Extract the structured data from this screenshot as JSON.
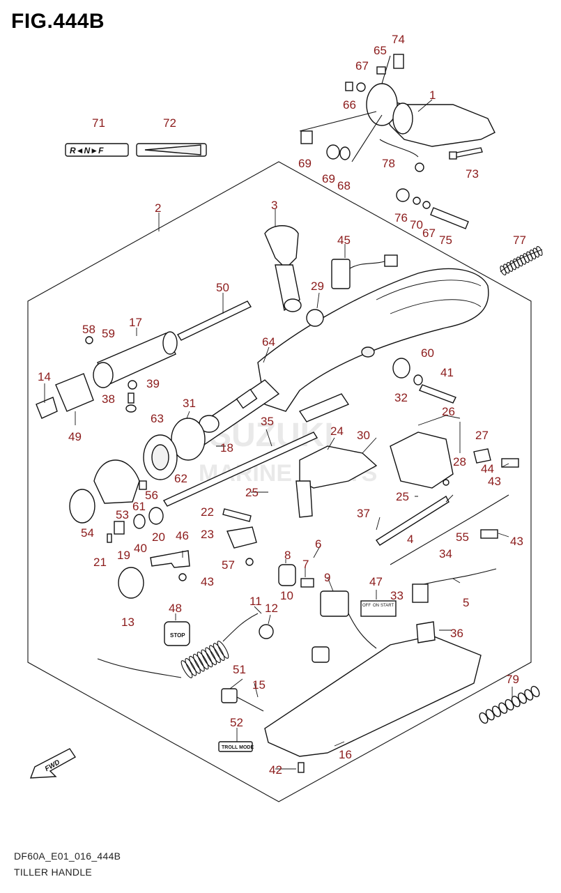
{
  "figure": {
    "title": "FIG.444B",
    "code": "DF60A_E01_016_444B",
    "name": "TILLER HANDLE"
  },
  "decals": {
    "shift_indicator": "R◄N►F",
    "stop_button": "STOP",
    "troll_mode": "TROLL MODE",
    "switch_positions": [
      "OFF",
      "ON",
      "START"
    ],
    "fwd_arrow": "FWD"
  },
  "watermark": {
    "line1": "SUZUKI",
    "line2": "MARINE PARTS"
  },
  "callouts": [
    "1",
    "2",
    "3",
    "4",
    "5",
    "6",
    "7",
    "8",
    "9",
    "10",
    "11",
    "12",
    "13",
    "14",
    "15",
    "16",
    "17",
    "18",
    "19",
    "20",
    "21",
    "22",
    "23",
    "24",
    "25",
    "25",
    "26",
    "27",
    "28",
    "29",
    "30",
    "31",
    "32",
    "33",
    "34",
    "35",
    "36",
    "37",
    "38",
    "39",
    "40",
    "41",
    "42",
    "43",
    "43",
    "43",
    "43",
    "44",
    "45",
    "46",
    "47",
    "48",
    "49",
    "50",
    "51",
    "52",
    "53",
    "54",
    "55",
    "56",
    "57",
    "58",
    "59",
    "60",
    "61",
    "62",
    "63",
    "64",
    "65",
    "66",
    "67",
    "67",
    "68",
    "69",
    "69",
    "70",
    "71",
    "72",
    "73",
    "74",
    "75",
    "76",
    "77",
    "78",
    "79"
  ]
}
